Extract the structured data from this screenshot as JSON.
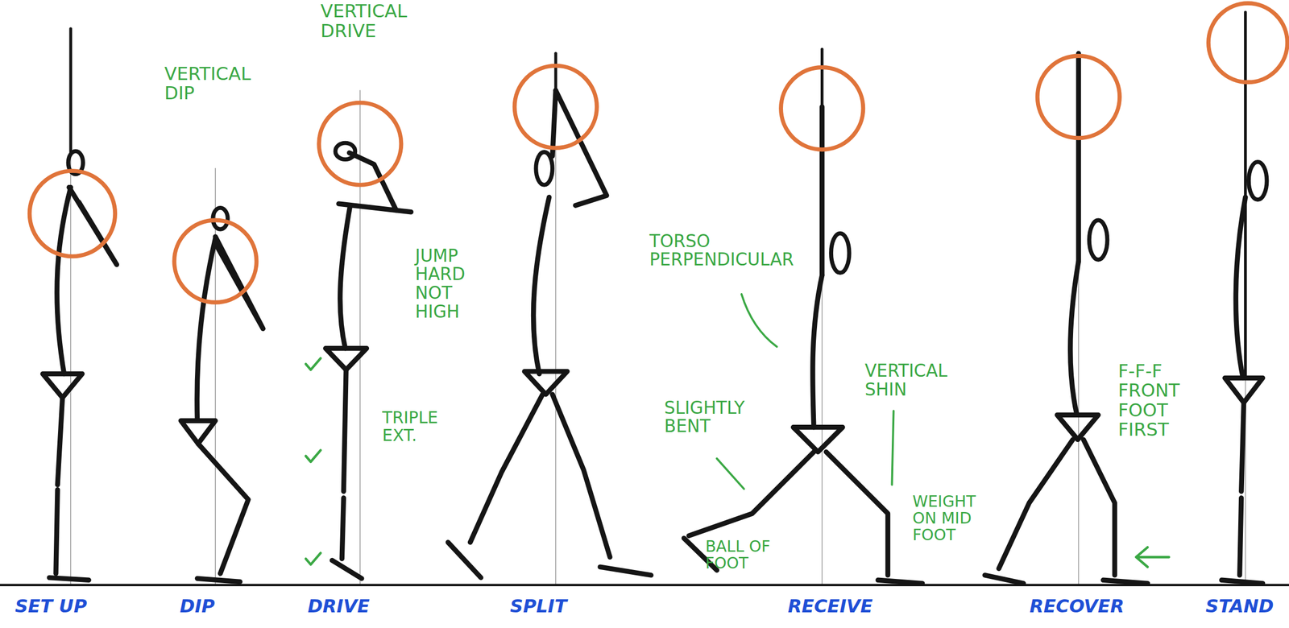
{
  "diagram": {
    "labels": [
      "VERTICAL DIP",
      "VERTICAL DRIVE",
      "JUMP HARD NOT HIGH",
      "TRIPLE EXT.",
      "TORSO PERPENDICULAR",
      "SLIGHTLY BENT",
      "VERTICAL SHIN",
      "BALL OF FOOT",
      "WEIGHT ON MID FOOT",
      "F-F-F FRONT FOOT FIRST",
      "SET UP",
      "DIP",
      "DRIVE",
      "SPLIT",
      "RECEIVE",
      "RECOVER",
      "STAND"
    ]
  }
}
